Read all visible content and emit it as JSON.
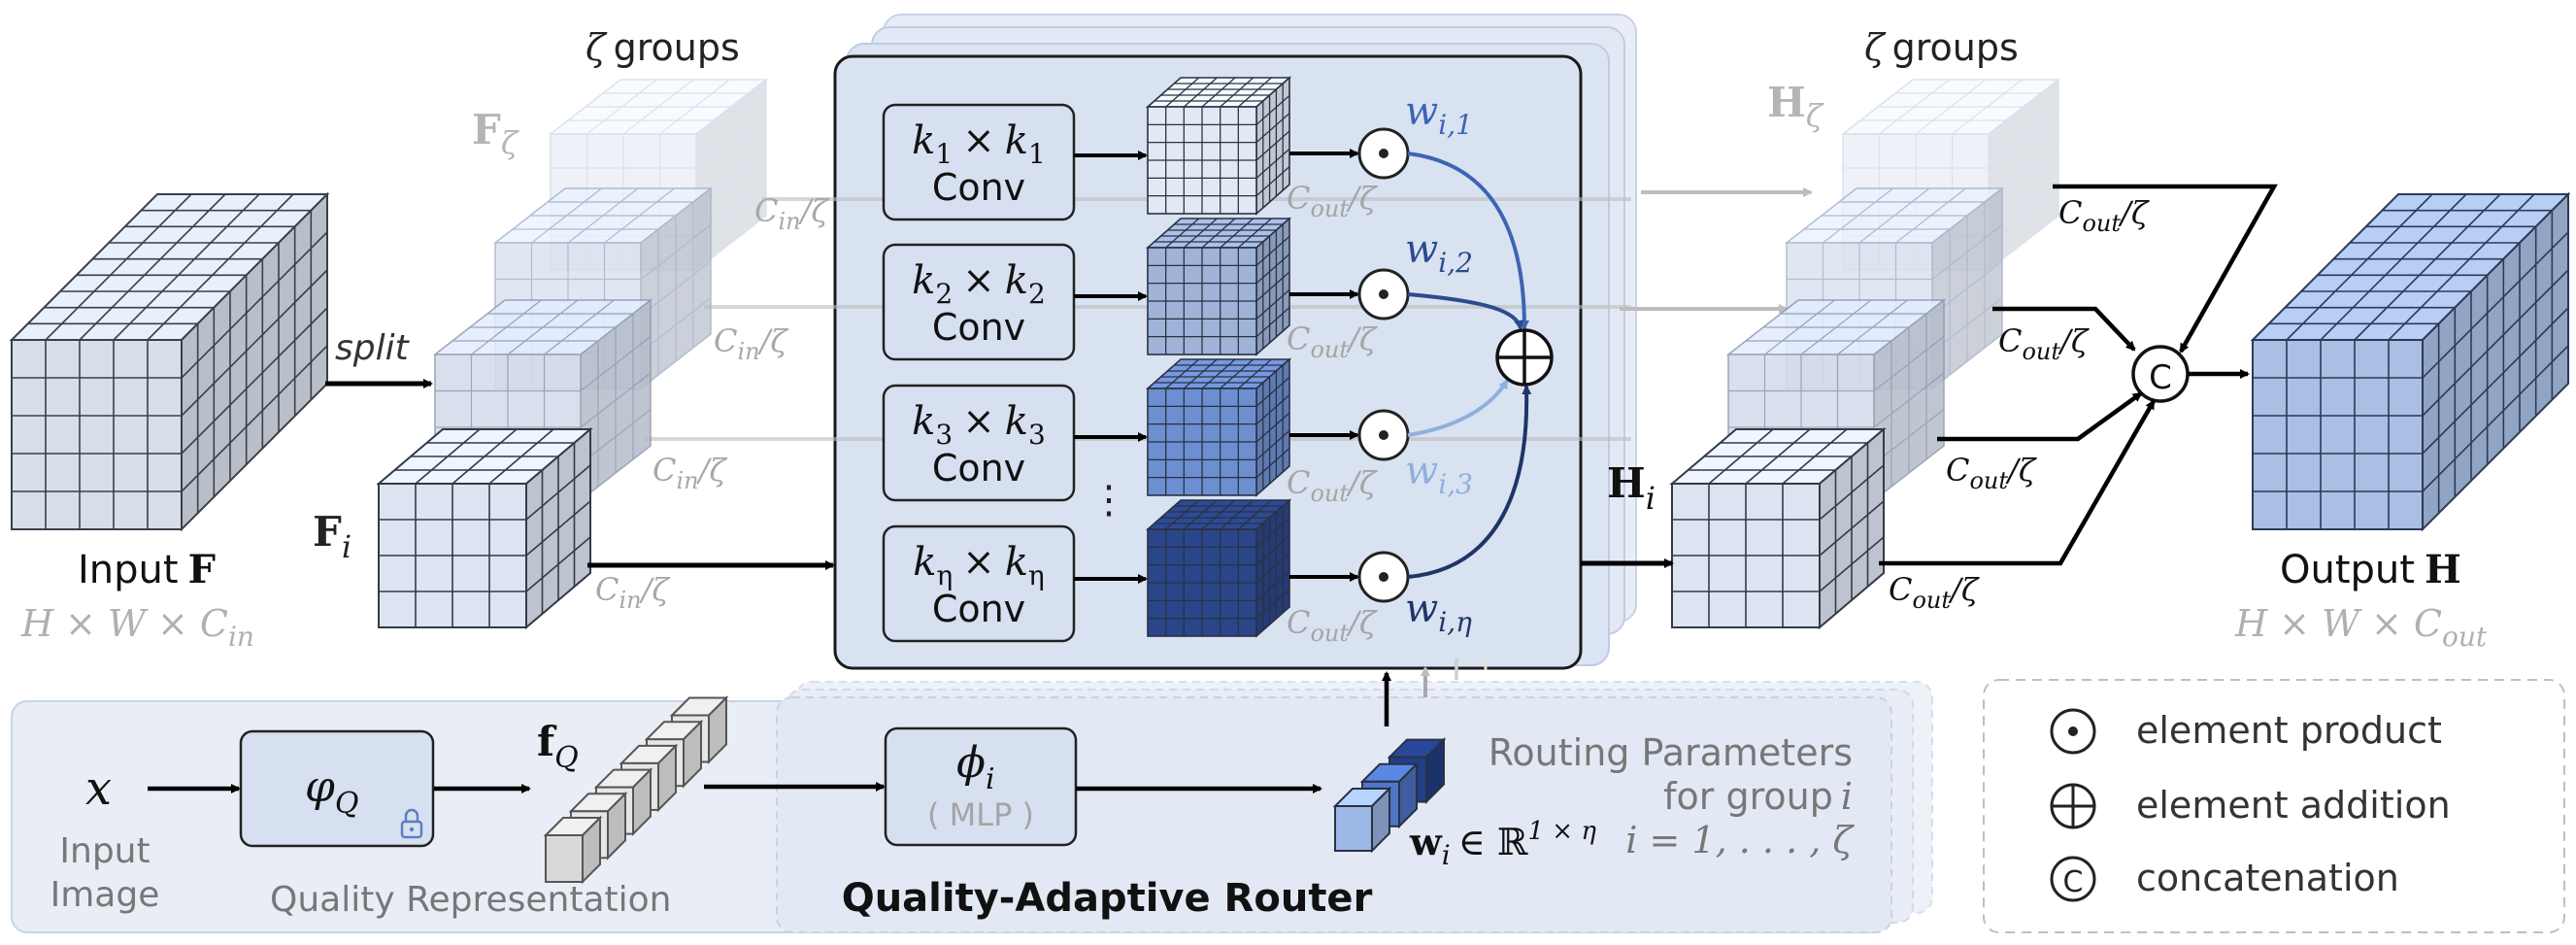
{
  "input": {
    "label_prefix": "Input",
    "label_symbol": "F",
    "dims_H": "H",
    "dims_W": "W",
    "dims_C": "C",
    "dims_C_sub": "in",
    "times": "×"
  },
  "split_label": "split",
  "left_groups": {
    "zeta": "ζ",
    "groups_word": "groups",
    "F_zeta_symbol": "F",
    "F_zeta_sub": "ζ",
    "F_i_symbol": "F",
    "F_i_sub": "i",
    "cin_C": "C",
    "cin_sub": "in",
    "cin_slash": "/ζ"
  },
  "conv_blocks": [
    {
      "k": "k",
      "sub": "1",
      "word": "Conv",
      "w_sub": "i,1"
    },
    {
      "k": "k",
      "sub": "2",
      "word": "Conv",
      "w_sub": "i,2"
    },
    {
      "k": "k",
      "sub": "3",
      "word": "Conv",
      "w_sub": "i,3"
    },
    {
      "k": "k",
      "sub": "η",
      "word": "Conv",
      "w_sub": "i,η"
    }
  ],
  "cout": {
    "C": "C",
    "sub": "out",
    "slash": "/ζ"
  },
  "dots": "⋮",
  "w_symbol": "w",
  "right_groups": {
    "zeta": "ζ",
    "groups_word": "groups",
    "H_zeta_symbol": "H",
    "H_zeta_sub": "ζ",
    "H_i_symbol": "H",
    "H_i_sub": "i"
  },
  "output": {
    "label_prefix": "Output",
    "label_symbol": "H",
    "dims_H": "H",
    "dims_W": "W",
    "dims_C": "C",
    "dims_C_sub": "out",
    "times": "×"
  },
  "router": {
    "x_symbol": "x",
    "input_image_line1": "Input",
    "input_image_line2": "Image",
    "phi_Q": "φ",
    "phi_Q_sub": "Q",
    "fQ_symbol": "f",
    "fQ_sub": "Q",
    "quality_rep": "Quality Representation",
    "phi_i": "ϕ",
    "phi_i_sub": "i",
    "mlp": "( MLP )",
    "w_i": "w",
    "w_i_sub": "i",
    "w_in": "∈ ℝ",
    "w_sup": "1 × η",
    "routing_line1": "Routing Parameters",
    "routing_line2": "for group",
    "routing_line2_var": "i",
    "routing_line3": "i = 1, . . . , ζ",
    "title": "Quality-Adaptive Router"
  },
  "legend": {
    "items": [
      {
        "symbol": "⊙",
        "label": "element product"
      },
      {
        "symbol": "⊕",
        "label": "element addition"
      },
      {
        "symbol": "C",
        "label": "concatenation"
      }
    ]
  },
  "colors": {
    "accent_dark": "#22386b",
    "accent_mid": "#3c64b4",
    "accent_light": "#8fb0dc",
    "gray_text": "#a8a8a8",
    "panel_fill": "#dfe6f3"
  }
}
